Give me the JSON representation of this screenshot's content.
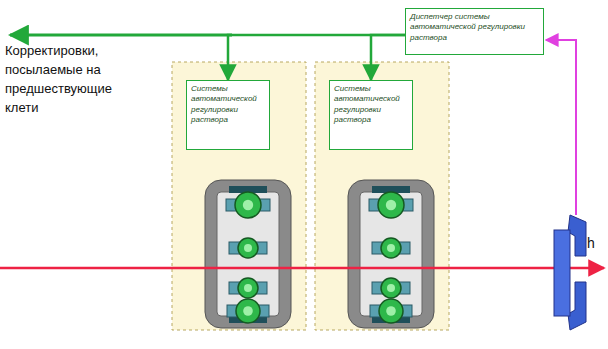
{
  "diagram": {
    "nodes": [
      {
        "text": [
          "Диспетчер системы автоматической регулировки раствора"
        ]
      },
      {
        "text": [
          "Системы автоматической регулировки раствора"
        ]
      },
      {
        "text": [
          "Системы автоматической регулировки раствора"
        ]
      }
    ],
    "edges": [
      {
        "from": 0,
        "to": 1,
        "arrow": "to"
      },
      {
        "from": 0,
        "to": 2,
        "arrow": "to"
      }
    ],
    "labels": [
      "Корректировки, посылаемые на предшествующие клети",
      "h"
    ]
  }
}
